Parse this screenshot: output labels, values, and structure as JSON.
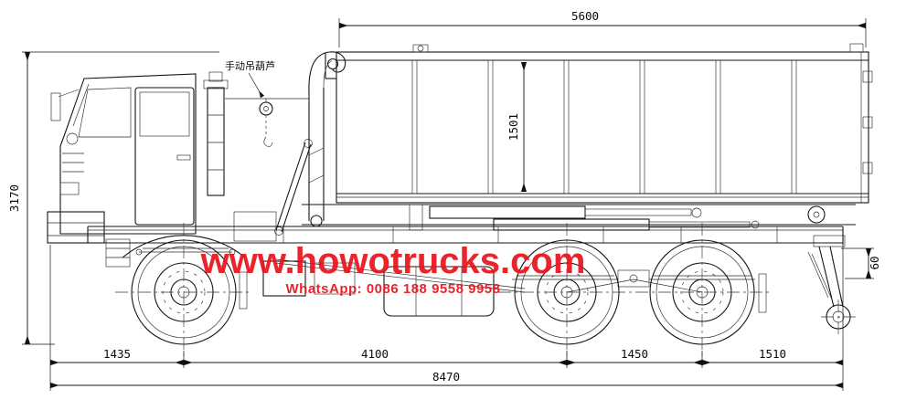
{
  "colors": {
    "line": "#151515",
    "watermark_red": "#e8121b"
  },
  "annotations": {
    "hoist_label": "手动吊葫芦"
  },
  "watermark": {
    "site": "www.howotrucks.com",
    "contact": "WhatsApp: 0086 188 9558 9958"
  },
  "dimensions": {
    "container_length": "5600",
    "container_height": "1501",
    "overall_height": "3170",
    "rear_frame_detail": "60",
    "front_overhang": "1435",
    "wheelbase": "4100",
    "tandem_axle_spacing": "1450",
    "rear_overhang": "1510",
    "overall_length": "8470"
  }
}
